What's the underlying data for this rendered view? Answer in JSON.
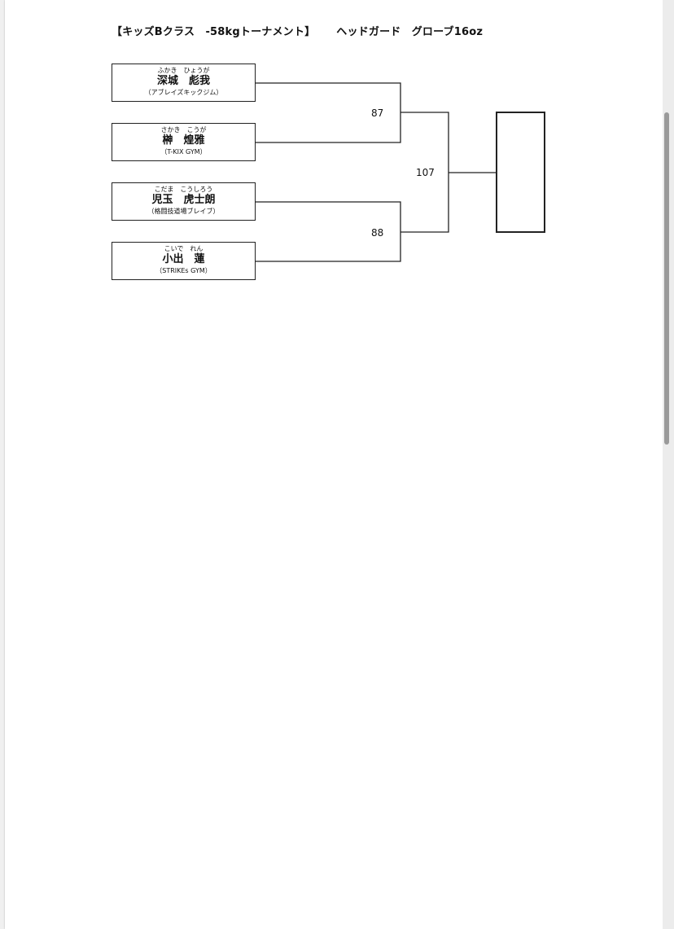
{
  "document": {
    "title": "【キッズBクラス　-58kgトーナメント】",
    "subtitle": "ヘッドガード　グローブ16oz"
  },
  "fighters": [
    {
      "kana": "ふかき　ひょうが",
      "name": "深城　彪我",
      "gym": "（アブレイズキックジム）"
    },
    {
      "kana": "さかき　こうが",
      "name": "榊　煌雅",
      "gym": "（T-KIX GYM）"
    },
    {
      "kana": "こだま　こうしろう",
      "name": "児玉　虎士朗",
      "gym": "（格闘技道場ブレイブ）"
    },
    {
      "kana": "こいで　れん",
      "name": "小出　蓮",
      "gym": "（STRIKEs GYM）"
    }
  ],
  "matches": {
    "semi_1": "87",
    "semi_2": "88",
    "final": "107"
  },
  "colors": {
    "line": "#222222",
    "page": "#ffffff",
    "background": "#f0f0f0"
  }
}
